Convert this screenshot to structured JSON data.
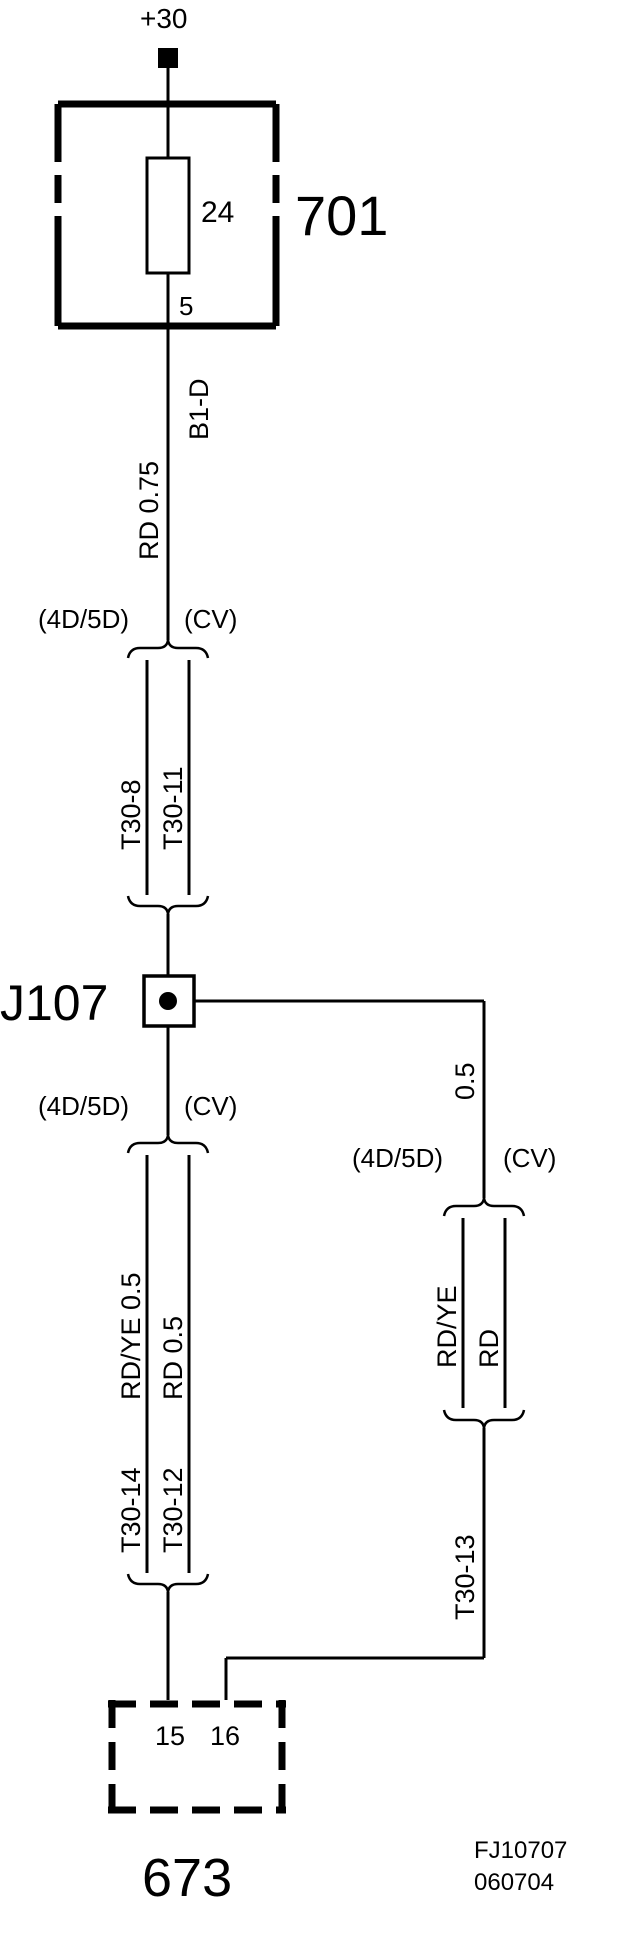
{
  "supply": {
    "label": "+30"
  },
  "fuse_box": {
    "id": "701",
    "fuse_number": "24",
    "pin": "5"
  },
  "wire_top": {
    "spec": "RD 0.75",
    "code": "B1-D"
  },
  "connector_labels": {
    "left": "(4D/5D)",
    "right": "(CV)"
  },
  "harness_upper": {
    "left": "T30-8",
    "right": "T30-11"
  },
  "junction": {
    "id": "J107"
  },
  "branch_wire": {
    "gauge": "0.5"
  },
  "harness_lower_left": {
    "left_wire": "RD/YE  0.5",
    "right_wire": "RD  0.5",
    "left_pin": "T30-14",
    "right_pin": "T30-12"
  },
  "harness_lower_right": {
    "left_wire": "RD/YE",
    "right_wire": "RD",
    "pin": "T30-13"
  },
  "component": {
    "id": "673",
    "pin_a": "15",
    "pin_b": "16"
  },
  "drawing_ref": {
    "code": "FJ10707",
    "date": "060704"
  }
}
